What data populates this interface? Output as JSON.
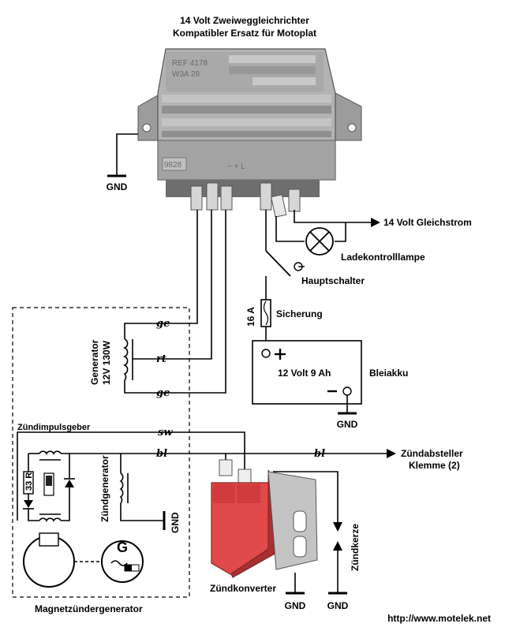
{
  "title": {
    "line1": "14 Volt Zweiweggleichrichter",
    "line2": "Kompatibler Ersatz für Motoplat"
  },
  "regulator": {
    "emboss_ref": "REF 4178",
    "emboss_w": "W3A 28",
    "emboss_code": "9828",
    "emboss_terms": "~ + L",
    "color_body": "#b3b3b3",
    "color_dark": "#7a7a7a"
  },
  "labels": {
    "gnd_top": "GND",
    "output": "14 Volt Gleichstrom",
    "lamp": "Ladekontrolllampe",
    "main_switch": "Hauptschalter",
    "fuse_rating": "16 A",
    "fuse": "Sicherung",
    "battery_inside": "12 Volt 9 Ah",
    "battery": "Bleiakku",
    "gnd_battery": "GND",
    "generator_line1": "Generator",
    "generator_line2": "12V 130W",
    "wire_ge_top": "ge",
    "wire_rt": "rt",
    "wire_ge_bottom": "ge",
    "pulse_generator": "Zündimpulsgeber",
    "wire_sw": "sw",
    "wire_bl_left": "bl",
    "wire_bl_right": "bl",
    "kill_line1": "Zündabsteller",
    "kill_line2": "Klemme  (2)",
    "resistor": "33 R",
    "ignition_generator": "Zündgenerator",
    "gnd_ignition": "GND",
    "spark_plug": "Zündkerze",
    "converter": "Zündkonverter",
    "gnd_converter": "GND",
    "gnd_plug": "GND",
    "magneto": "Magnetzündergenerator",
    "url": "http://www.motelek.net",
    "g_symbol": "G"
  },
  "colors": {
    "wire": "#000000",
    "converter_red": "#e04a4a",
    "converter_dark": "#a83030"
  },
  "icons": [
    "ground-symbol-icon",
    "lamp-icon",
    "fuse-icon",
    "battery-icon",
    "coil-icon",
    "diode-icon",
    "switch-icon",
    "arrow-right-icon",
    "generator-icon"
  ]
}
